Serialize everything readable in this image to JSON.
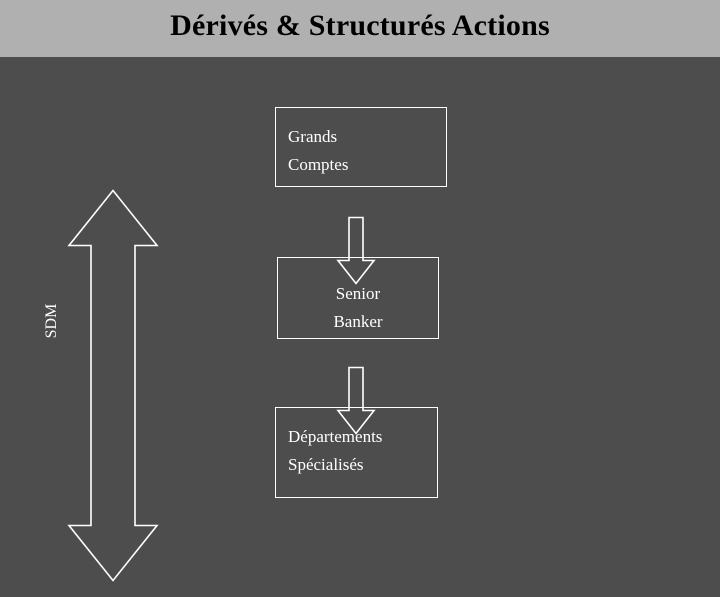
{
  "slide": {
    "title": "Dérivés & Structurés Actions",
    "background_color": "#4d4d4d",
    "title_band_color": "#b0b0b0",
    "title_text_color": "#000000",
    "line_color": "#ffffff"
  },
  "side_label": {
    "text": "SDM"
  },
  "boxes": [
    {
      "id": "grands-comptes",
      "line1": "Grands",
      "line2": "Comptes",
      "align": "left"
    },
    {
      "id": "senior-banker",
      "line1": "Senior",
      "line2": "Banker",
      "align": "center"
    },
    {
      "id": "departements-specialises",
      "line1": "Départements",
      "line2": "Spécialisés",
      "align": "left"
    }
  ],
  "connectors": [
    {
      "id": "grands-comptes-to-senior-banker",
      "shape": "down-arrow"
    },
    {
      "id": "senior-banker-to-departements",
      "shape": "down-arrow"
    },
    {
      "id": "sdm-double-arrow",
      "shape": "vertical-double-arrow"
    }
  ]
}
